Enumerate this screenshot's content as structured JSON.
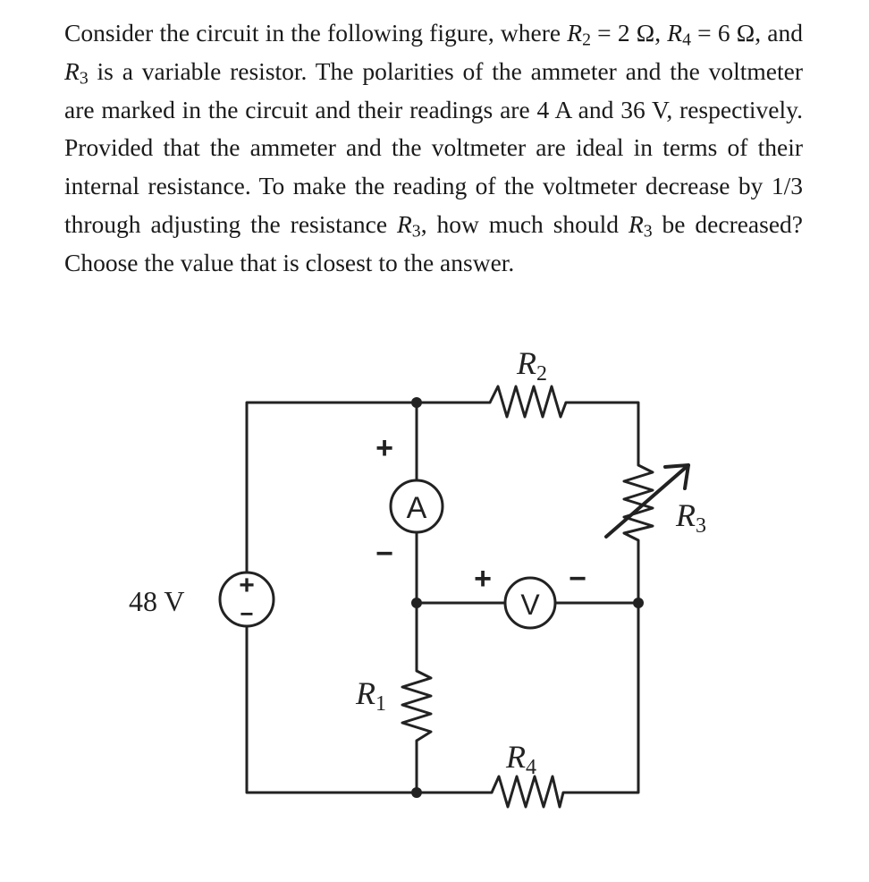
{
  "problem": {
    "p1": "Consider the circuit in the following figure, where ",
    "r2_sym": "R",
    "r2_sub": "2",
    "r2_val": " = 2 Ω, ",
    "r4_sym": "R",
    "r4_sub": "4",
    "r4_val": " = 6 Ω, and ",
    "r3_sym": "R",
    "r3_sub": "3",
    "p2": " is a variable resistor. The polarities of the ammeter and the voltmeter are marked in the circuit and their readings are 4 A and 36 V, respectively. Provided that the ammeter and the voltmeter are ideal in terms of their internal resistance. To make the reading of the voltmeter decrease by 1/3 through adjusting the resistance ",
    "r3b_sym": "R",
    "r3b_sub": "3",
    "p3": ", how much should ",
    "r3c_sym": "R",
    "r3c_sub": "3",
    "p4": " be decreased? Choose the value that is closest to the answer."
  },
  "circuit": {
    "source": {
      "label": "48 V",
      "plus": "+",
      "minus": "−"
    },
    "ammeter": {
      "symbol": "A",
      "plus": "+",
      "minus": "−"
    },
    "voltmeter": {
      "symbol": "V",
      "plus": "+",
      "minus": "−"
    },
    "r1": {
      "sym": "R",
      "sub": "1"
    },
    "r2": {
      "sym": "R",
      "sub": "2"
    },
    "r3": {
      "sym": "R",
      "sub": "3"
    },
    "r4": {
      "sym": "R",
      "sub": "4"
    }
  }
}
